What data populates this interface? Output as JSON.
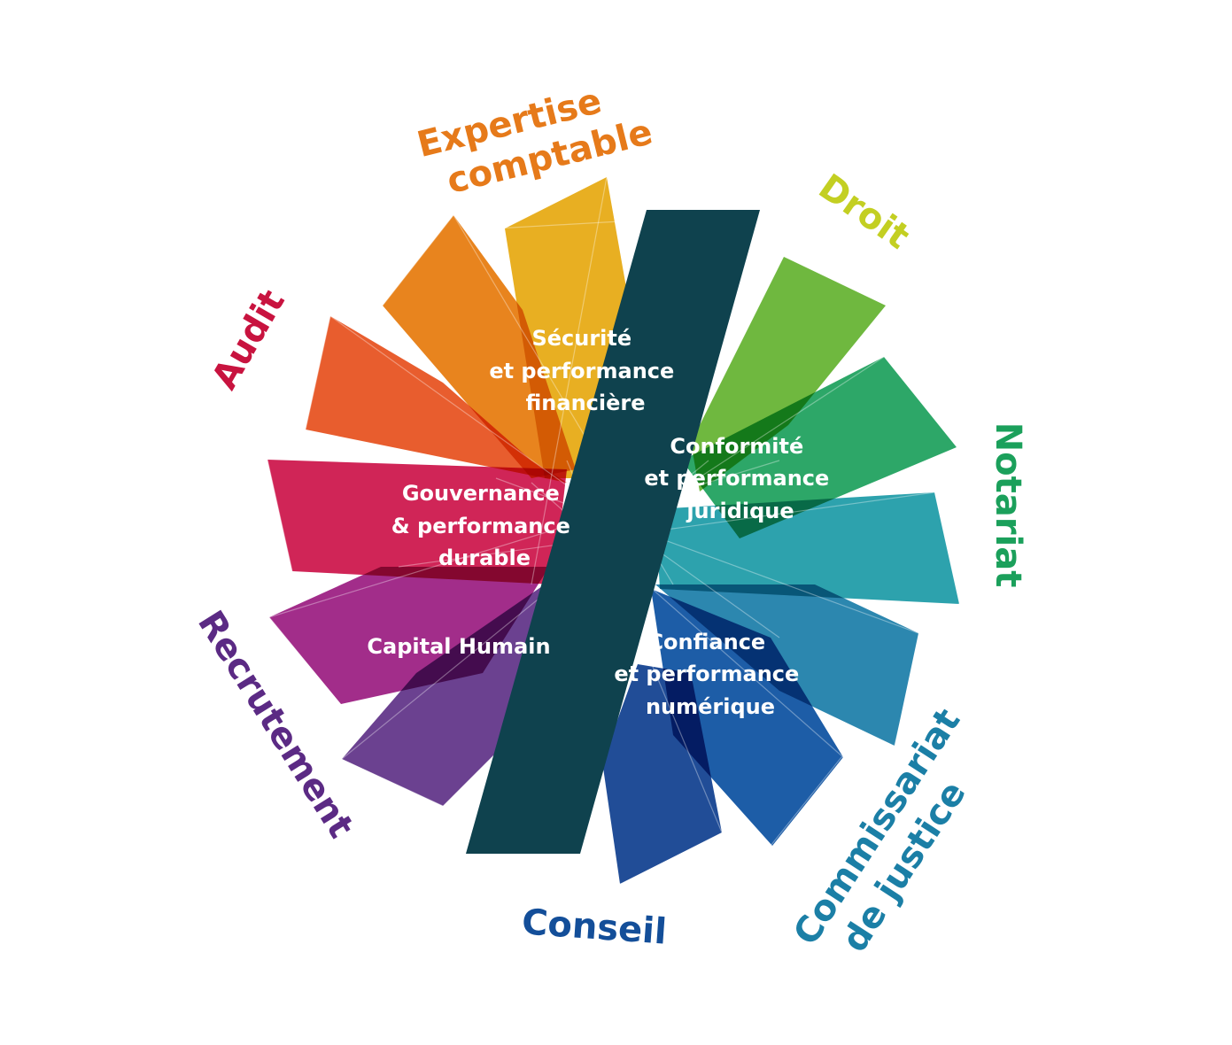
{
  "professions": [
    {
      "id": "expertise",
      "lines": [
        "Expertise",
        "comptable"
      ],
      "color": "#E67A1A"
    },
    {
      "id": "droit",
      "lines": [
        "Droit"
      ],
      "color": "#C3CF22"
    },
    {
      "id": "notariat",
      "lines": [
        "Notariat"
      ],
      "color": "#1BA05B"
    },
    {
      "id": "commissariat",
      "lines": [
        "Commissariat",
        "de justice"
      ],
      "color": "#1B7FA6"
    },
    {
      "id": "conseil",
      "lines": [
        "Conseil"
      ],
      "color": "#134E99"
    },
    {
      "id": "recrutement",
      "lines": [
        "Recrutement"
      ],
      "color": "#5B2A84"
    },
    {
      "id": "audit",
      "lines": [
        "Audit"
      ],
      "color": "#C8133F"
    }
  ],
  "pillars": [
    {
      "id": "securite",
      "lines": [
        "Sécurité",
        "et performance",
        "financière"
      ]
    },
    {
      "id": "conformite",
      "lines": [
        "Conformité",
        "et performance",
        "juridique"
      ]
    },
    {
      "id": "gouvernance",
      "lines": [
        "Gouvernance",
        "& performance",
        "durable"
      ]
    },
    {
      "id": "capital",
      "lines": [
        "Capital Humain"
      ]
    },
    {
      "id": "confiance",
      "lines": [
        "Confiance",
        "et performance",
        "numérique"
      ]
    }
  ],
  "colors": {
    "slash": "#0F424E",
    "petals": [
      "#E6A80F",
      "#E67A0B",
      "#E64F1C",
      "#CC1249",
      "#9A1B80",
      "#5E3187",
      "#0E3E8E",
      "#0A4FA0",
      "#1A7DA8",
      "#1B9AA6",
      "#1BA05B",
      "#63B22F",
      "#C2D01A"
    ]
  }
}
